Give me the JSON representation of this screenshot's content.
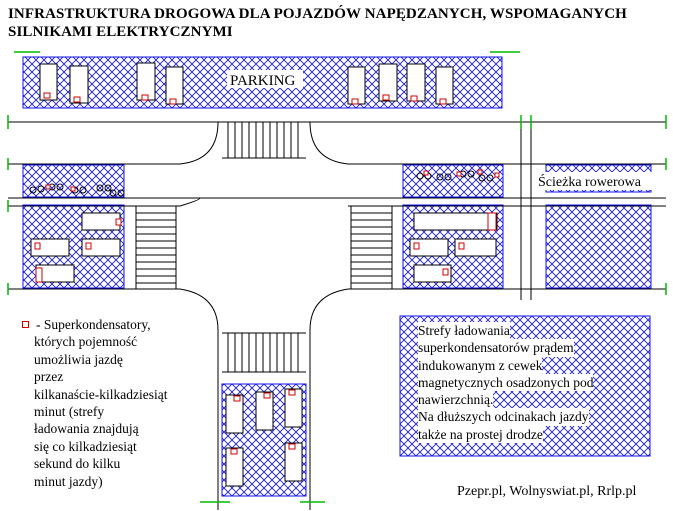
{
  "title": {
    "line1": "INFRASTRUKTURA DROGOWA DLA POJAZDÓW NAPĘDZANYCH, WSPOMAGANYCH",
    "line2": "SILNIKAMI ELEKTRYCZNYMI"
  },
  "labels": {
    "parking": "PARKING",
    "bike_path": "Ścieżka rowerowa"
  },
  "legend": {
    "lines": [
      "- Superkondensatory,",
      "których pojemność",
      "umożliwia jazdę",
      "przez",
      "kilkanaście-kilkadziesiąt",
      "minut (strefy",
      "ładowania znajdują",
      "się co kilkadziesiąt",
      "sekund do kilku",
      "minut jazdy)"
    ]
  },
  "info_box": {
    "lines": [
      "Strefy ładowania",
      "superkondensatorów prądem",
      "indukowanym z cewek",
      "magnetycznych osadzonych pod",
      "nawierzchnią.",
      " Na dłuższych odcinakach jazdy",
      "także na prostej drodze"
    ]
  },
  "credit": "Pzepr.pl, Wolnyswiat.pl, Rrlp.pl",
  "colors": {
    "zone_blue": "#1010ee",
    "supercap_red": "#d00000",
    "road_line": "#000000",
    "edge_green": "#00bb00"
  }
}
